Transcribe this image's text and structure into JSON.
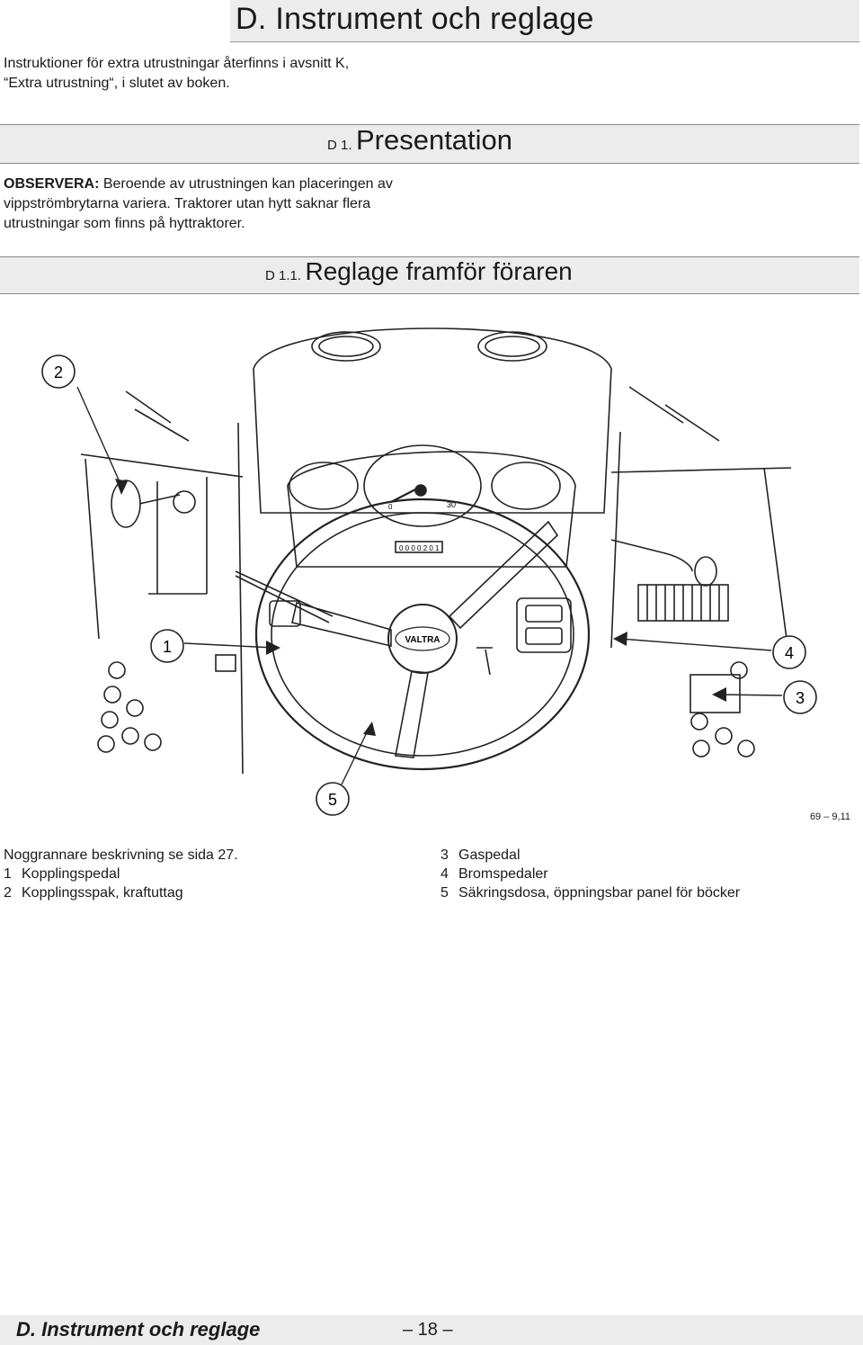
{
  "header": {
    "chapter_title": "D. Instrument och reglage"
  },
  "intro": {
    "line1": "Instruktioner för extra utrustningar återfinns i avsnitt K,",
    "line2": "“Extra utrustning“, i slutet av boken."
  },
  "section1": {
    "number": "D 1.",
    "title": "Presentation"
  },
  "note": {
    "label": "OBSERVERA:",
    "text": " Beroende av utrustningen kan placeringen av vippströmbrytarna variera. Traktorer utan hytt saknar flera utrustningar som finns på hyttraktorer."
  },
  "section2": {
    "number": "D 1.1.",
    "title": "Reglage framför föraren"
  },
  "figure": {
    "callouts": [
      "2",
      "1",
      "4",
      "3",
      "5"
    ],
    "logo_text": "VALTRA",
    "gauge_labels": [
      "30",
      "0"
    ],
    "odometer": "0 0 0 0 2 0 1",
    "figure_code": "69 – 9,11"
  },
  "legend": {
    "intro": "Noggrannare beskrivning se sida 27.",
    "left": [
      {
        "n": "1",
        "text": "Kopplingspedal"
      },
      {
        "n": "2",
        "text": "Kopplingsspak, kraftuttag"
      }
    ],
    "right": [
      {
        "n": "3",
        "text": "Gaspedal"
      },
      {
        "n": "4",
        "text": "Bromspedaler"
      },
      {
        "n": "5",
        "text": "Säkringsdosa, öppningsbar panel för böcker"
      }
    ]
  },
  "footer": {
    "title": "D. Instrument och reglage",
    "page": "– 18 –"
  }
}
